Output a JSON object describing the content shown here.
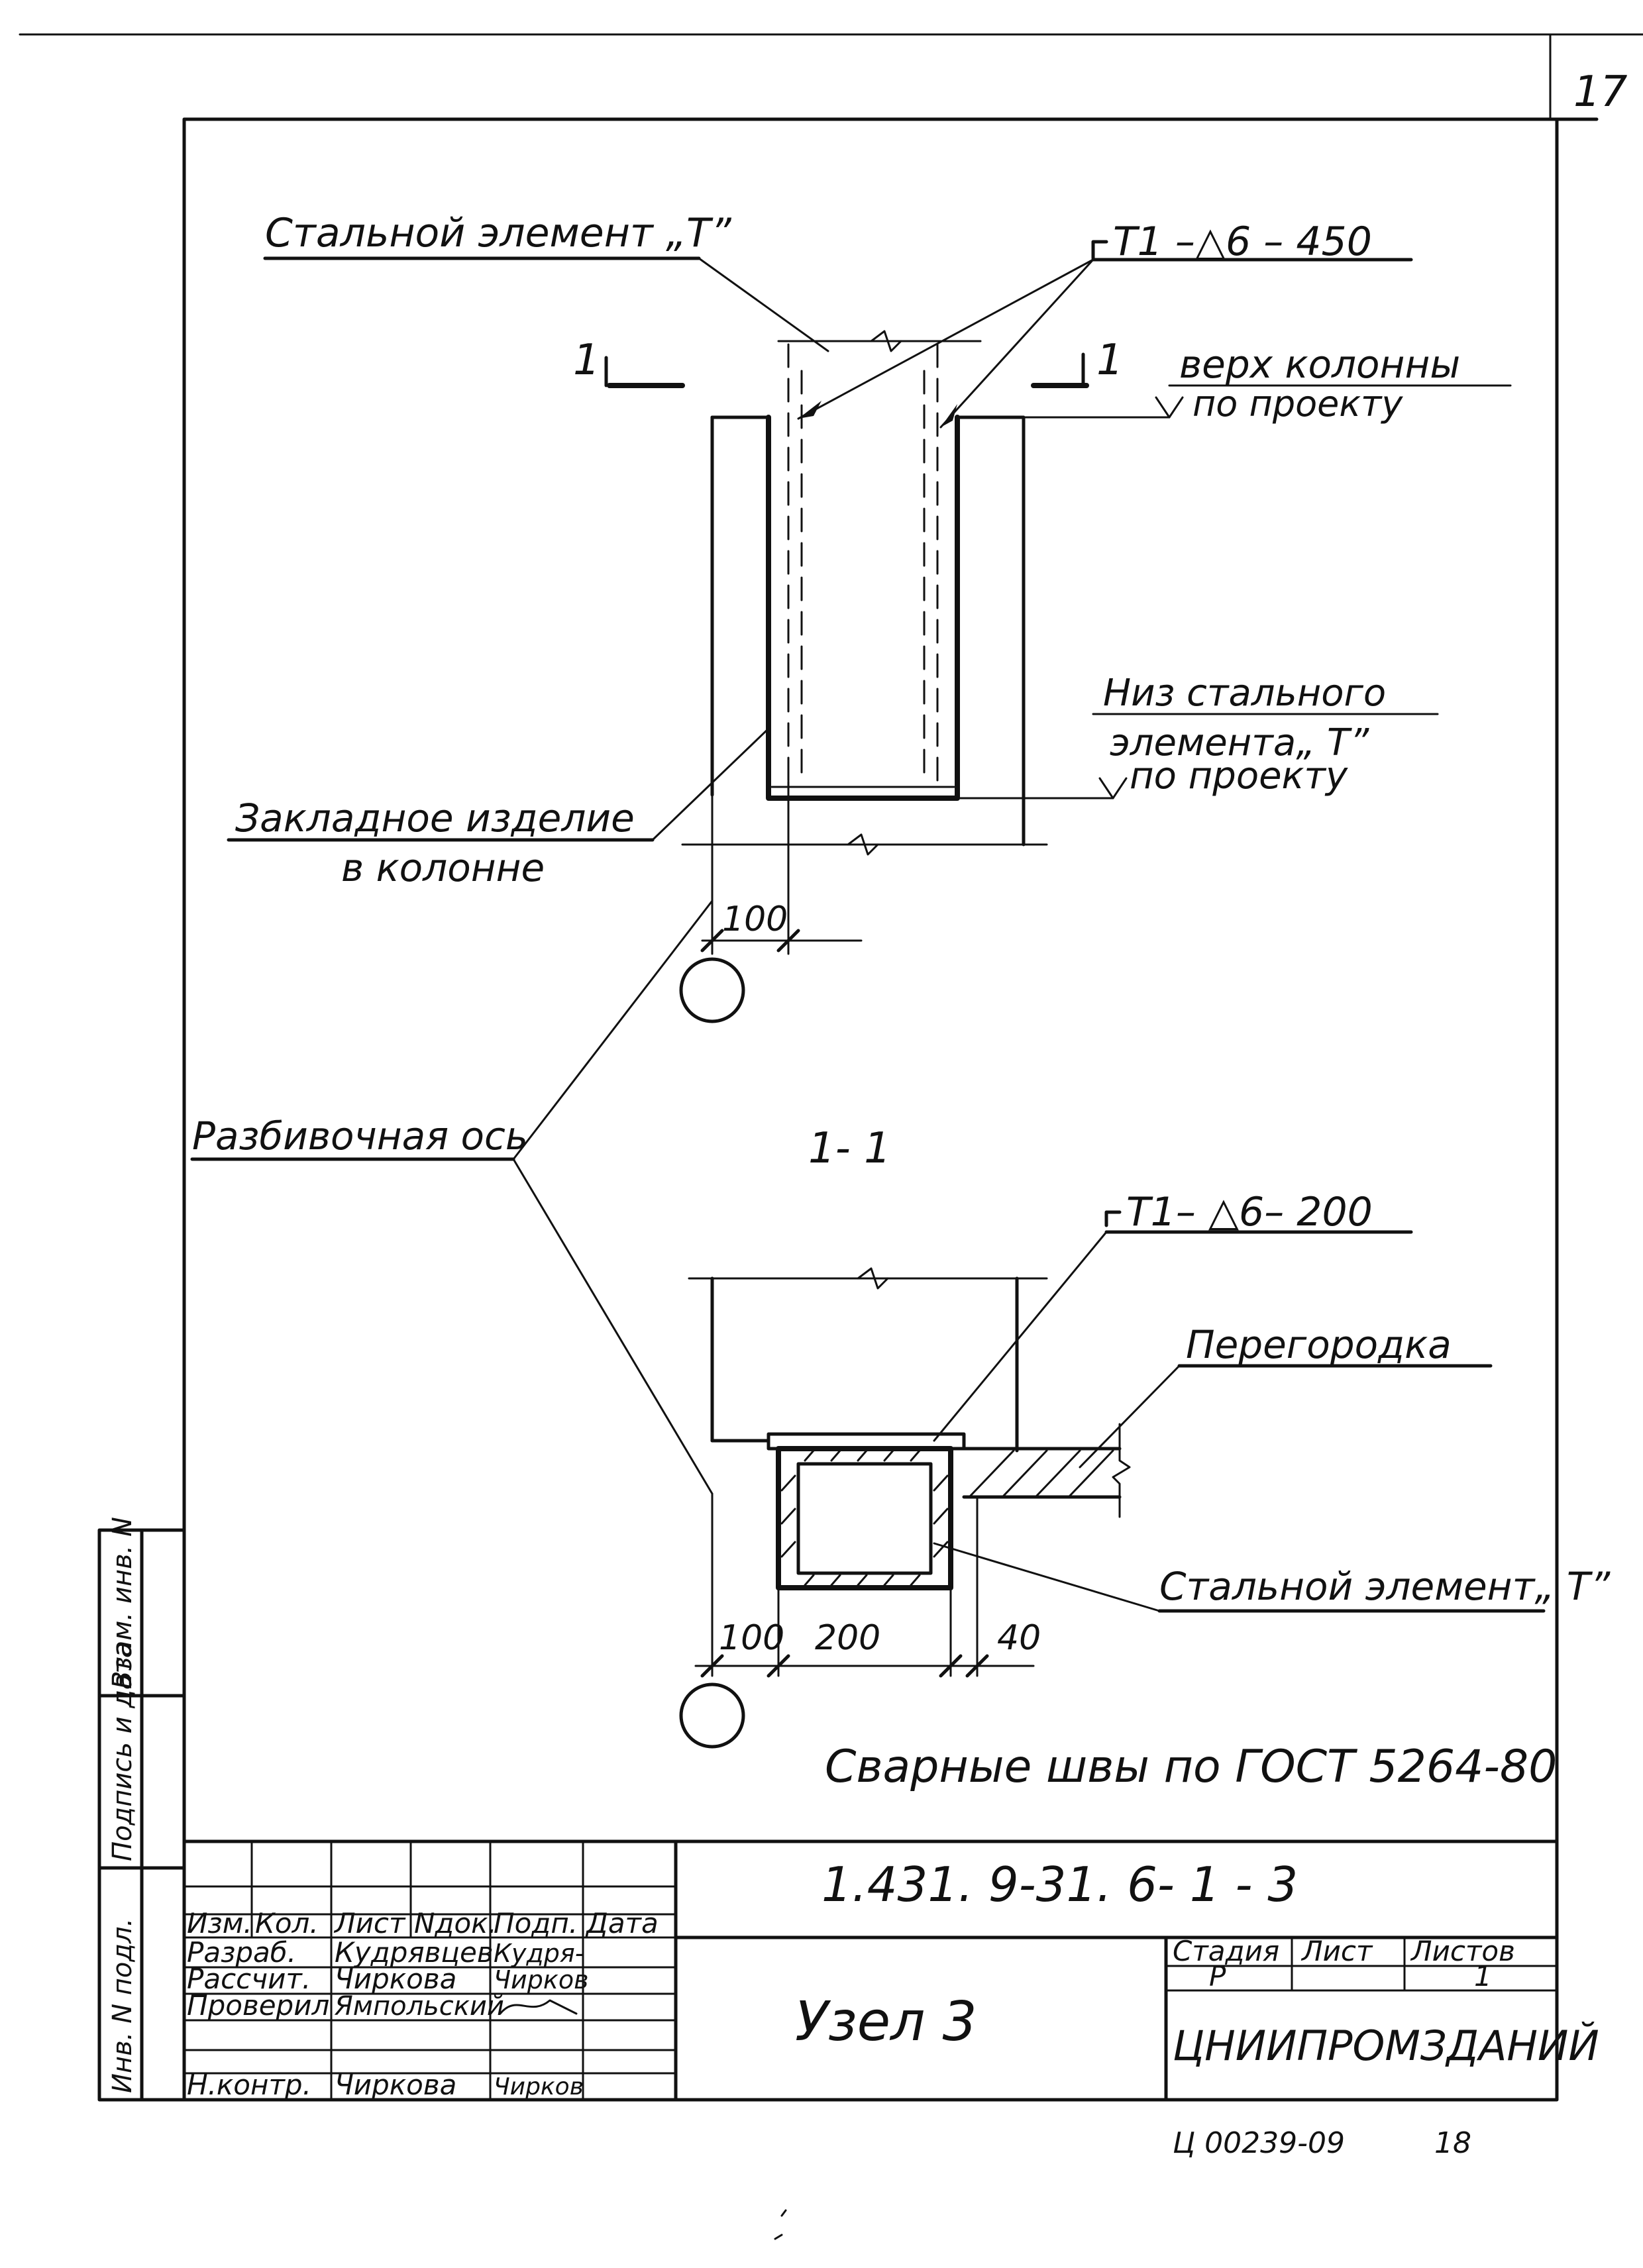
{
  "page_number": "17",
  "drawing": {
    "upper_view": {
      "label_steel_element": "Стальной элемент „Т”",
      "weld_label": "Т1 –△6 – 450",
      "section_mark_left": "1",
      "section_mark_right": "1",
      "column_top_line1": "верх колонны",
      "column_top_line2": "по проекту",
      "steel_bottom_line1": "Низ стального",
      "steel_bottom_line2": "элемента„ Т”",
      "steel_bottom_line3": "по проекту",
      "embedded_line1": "Закладное изделие",
      "embedded_line2": "в колонне",
      "dim_100": "100"
    },
    "axis_label": "Разбивочная ось",
    "section_title": "1- 1",
    "lower_view": {
      "weld_label": "Т1– △6– 200",
      "partition_label": "Перегородка",
      "steel_element_label": "Стальной элемент„ Т”",
      "dim_100": "100",
      "dim_200": "200",
      "dim_40": "40"
    },
    "weld_note": "Сварные швы по ГОСТ 5264-80"
  },
  "side_stamp": {
    "col1": "Взам. инв. N",
    "col2": "Подпись и дата",
    "col3": "Инв. N подл."
  },
  "title_block": {
    "doc_code": "1.431. 9-31. 6- 1    - 3",
    "header_cols": [
      "Изм.",
      "Кол.",
      "Лист",
      "Nдок.",
      "Подп.",
      "Дата"
    ],
    "rows": [
      {
        "role": "Разраб.",
        "name": "Кудрявцев",
        "sign": "Кудря-"
      },
      {
        "role": "Рассчит.",
        "name": "Чиркова",
        "sign": "Чирков"
      },
      {
        "role": "Проверил",
        "name": "Ямпольский",
        "sign": ""
      },
      {
        "role": "",
        "name": "",
        "sign": ""
      },
      {
        "role": "Н.контр.",
        "name": "Чиркова",
        "sign": "Чирков"
      }
    ],
    "title": "Узел 3",
    "stage_header": "Стадия",
    "sheet_header": "Лист",
    "sheets_header": "Листов",
    "stage_value": "Р",
    "sheet_value": "",
    "sheets_value": "1",
    "organization": "ЦНИИПРОМЗДАНИЙ"
  },
  "bottom_stamp": "Ц 00239-09",
  "bottom_number": "18"
}
